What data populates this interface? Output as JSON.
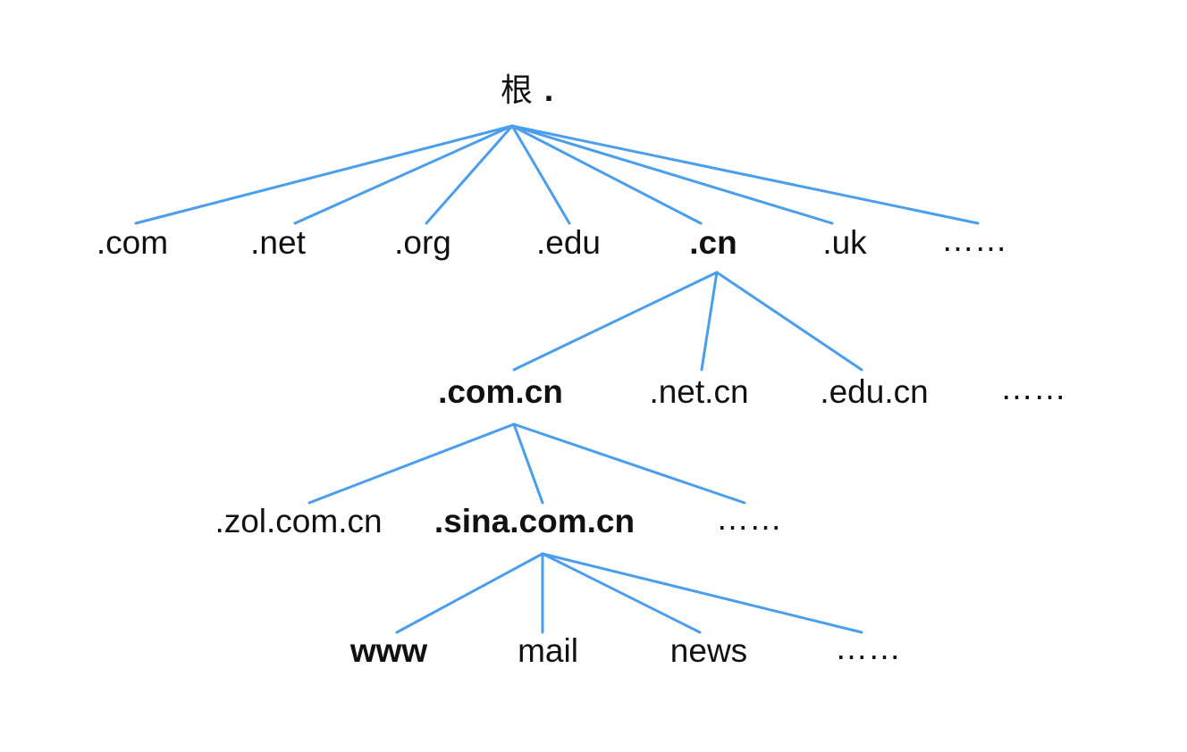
{
  "diagram": {
    "root": {
      "label": "根",
      "dot": "."
    },
    "level1": [
      {
        "label": ".com",
        "bold": false
      },
      {
        "label": ".net",
        "bold": false
      },
      {
        "label": ".org",
        "bold": false
      },
      {
        "label": ".edu",
        "bold": false
      },
      {
        "label": ".cn",
        "bold": true
      },
      {
        "label": ".uk",
        "bold": false
      },
      {
        "label": "……",
        "bold": false
      }
    ],
    "level2": [
      {
        "label": ".com.cn",
        "bold": true
      },
      {
        "label": ".net.cn",
        "bold": false
      },
      {
        "label": ".edu.cn",
        "bold": false
      },
      {
        "label": "……",
        "bold": false
      }
    ],
    "level3": [
      {
        "label": ".zol.com.cn",
        "bold": false
      },
      {
        "label": ".sina.com.cn",
        "bold": true
      },
      {
        "label": "……",
        "bold": false
      }
    ],
    "level4": [
      {
        "label": "www",
        "bold": true
      },
      {
        "label": "mail",
        "bold": false
      },
      {
        "label": "news",
        "bold": false
      },
      {
        "label": "……",
        "bold": false
      }
    ],
    "edge_color": "#4a9eec",
    "text_color": "#111111"
  }
}
